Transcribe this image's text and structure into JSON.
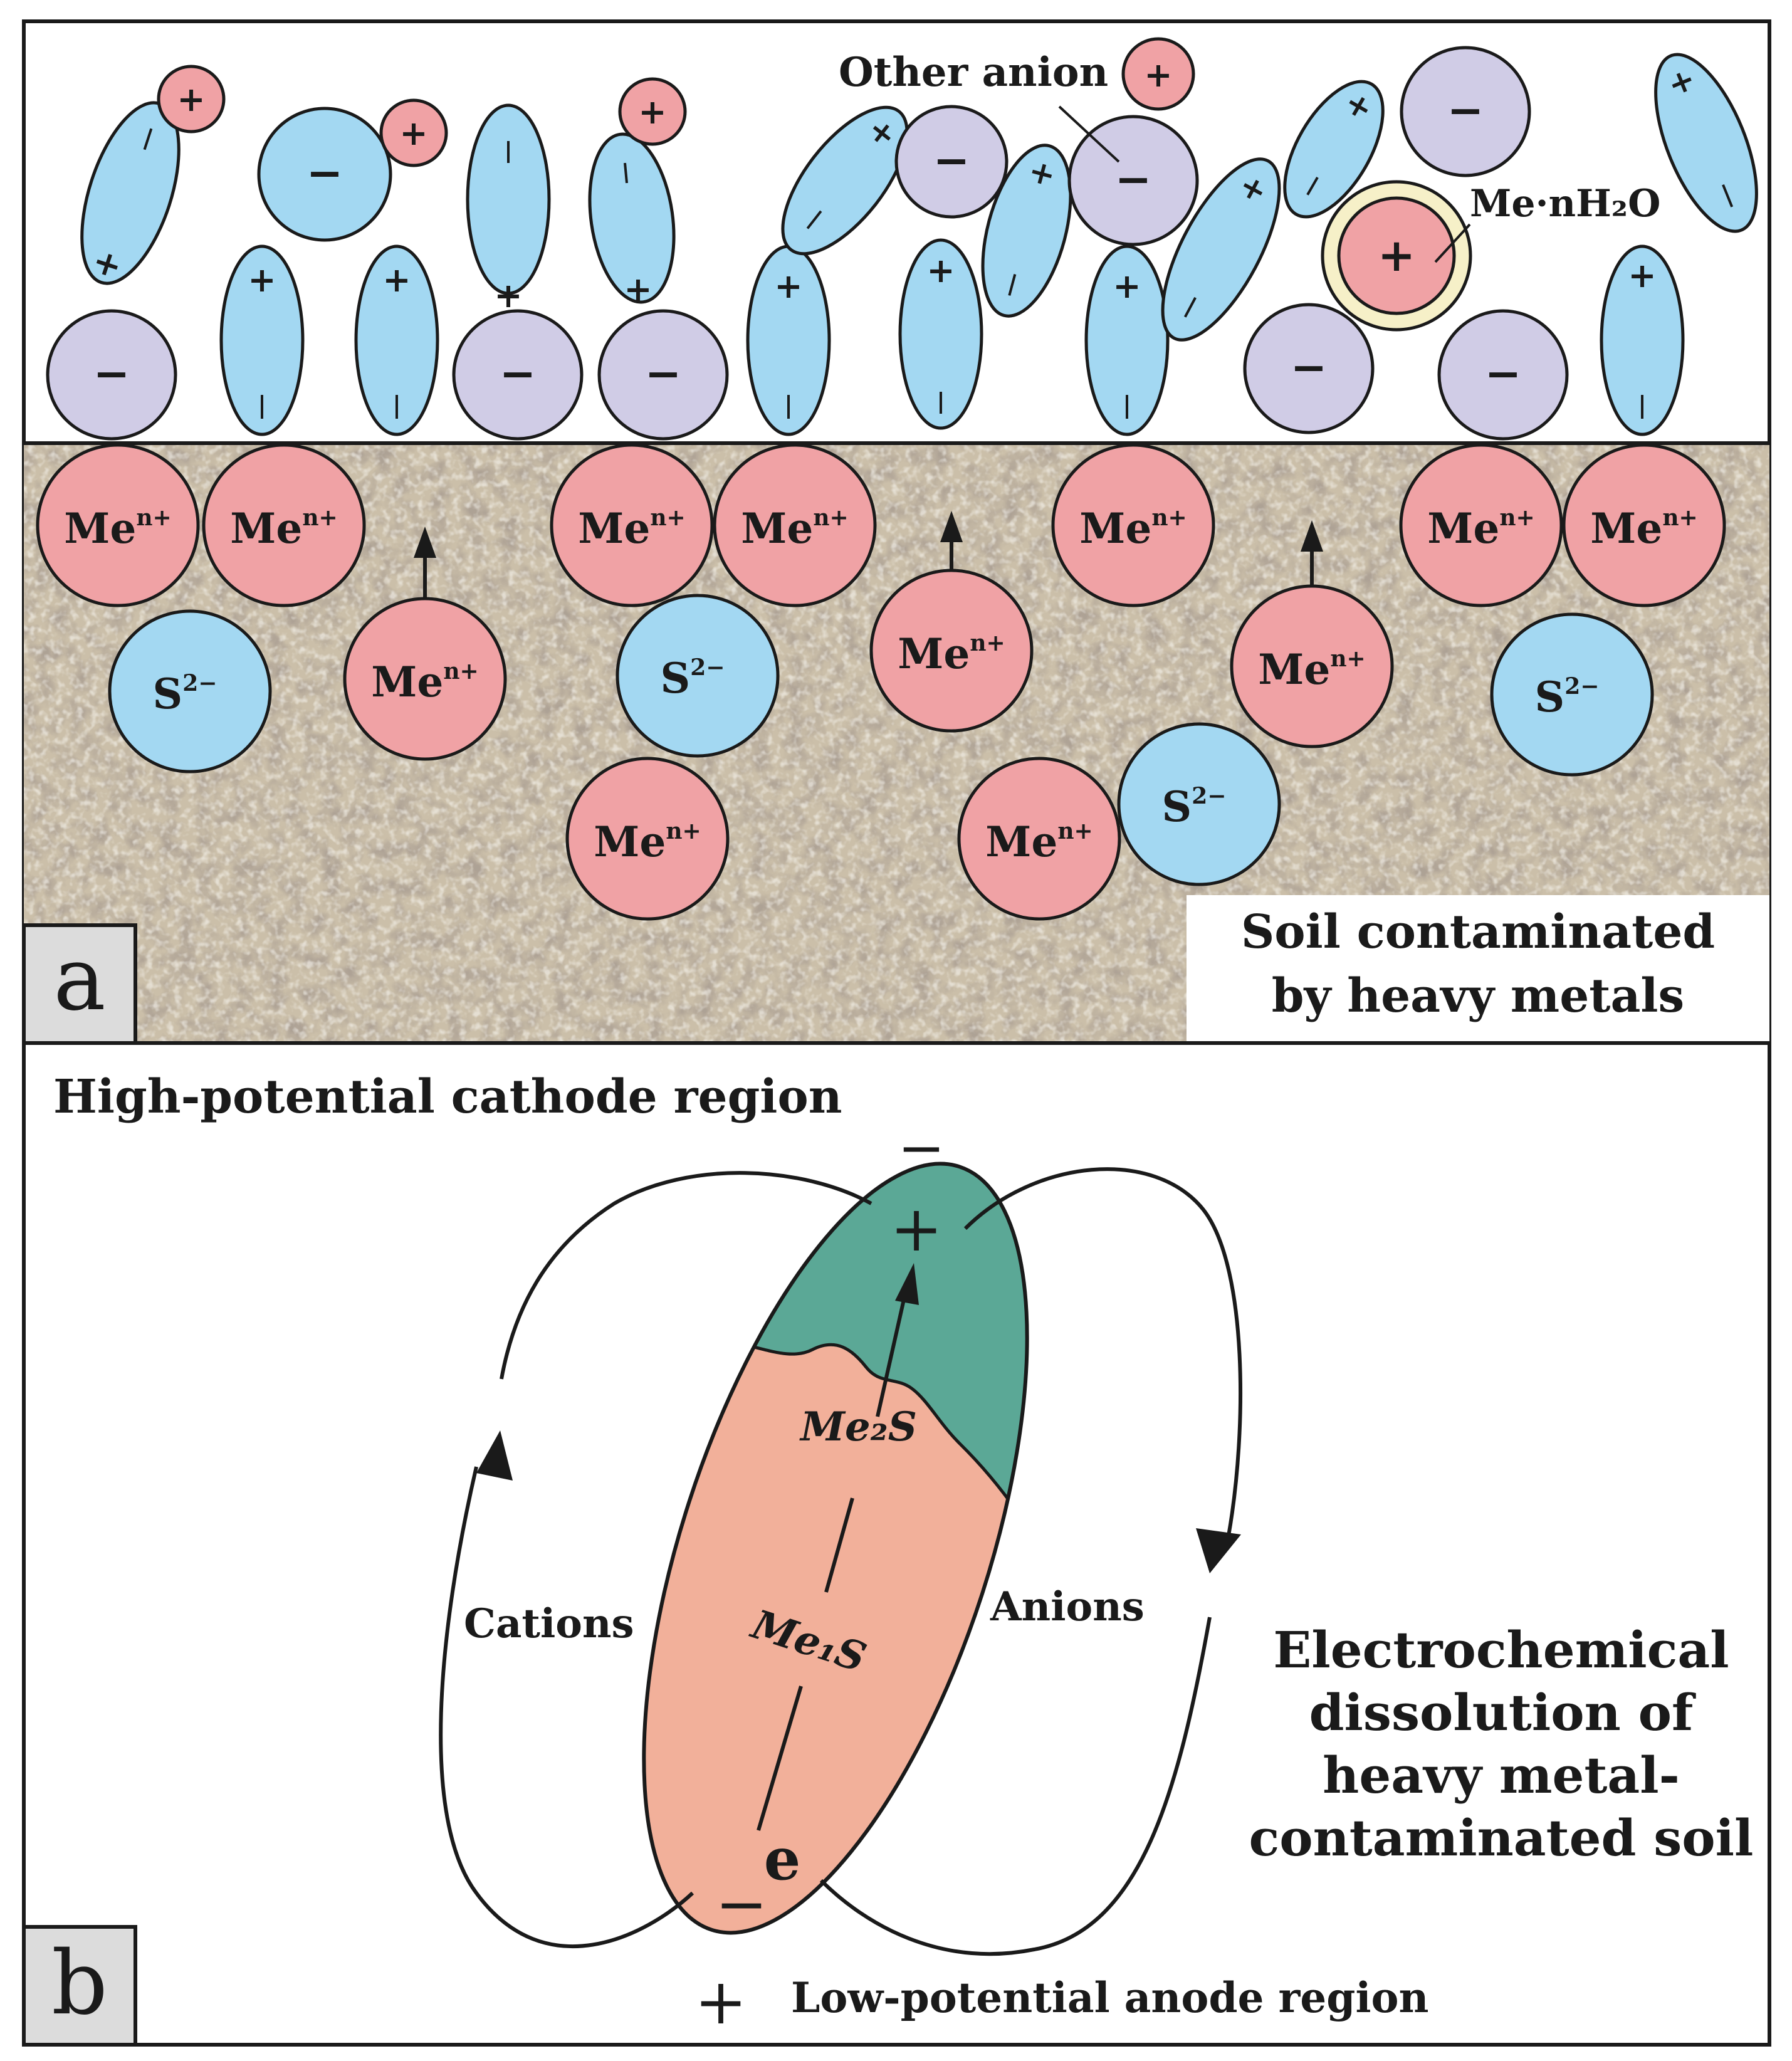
{
  "panel_a": {
    "panel_label": "a",
    "other_anion_label": "Other anion",
    "hydrated_metal_label": "Me·nH₂O",
    "soil_caption_line1": "Soil contaminated",
    "soil_caption_line2": "by heavy metals",
    "metal_ion_label": "Me",
    "metal_ion_charge": "n+",
    "sulfide_label": "S",
    "sulfide_charge": "2−",
    "anion_sign": "−",
    "cation_sign": "+",
    "dipole_plus": "+",
    "dipole_minus": "−"
  },
  "panel_b": {
    "panel_label": "b",
    "cathode_label": "High-potential cathode region",
    "anode_sign": "+",
    "anode_label": "Low-potential anode region",
    "top_minus": "−",
    "top_plus": "+",
    "bottom_minus": "−",
    "me2s_label": "Me₂S",
    "me1s_label": "Me₁S",
    "electron_label": "e",
    "cations_label": "Cations",
    "anions_label": "Anions",
    "caption_line1": "Electrochemical",
    "caption_line2": "dissolution of",
    "caption_line3": "heavy metal-",
    "caption_line4": "contaminated soil"
  },
  "colors": {
    "water_blue": "#a3d8f2",
    "anion_purple": "#d0cce6",
    "cation_pink": "#f0a2a5",
    "soil_base": "#cbbfa9",
    "me2s_green": "#5ba896",
    "me1s_salmon": "#f2b09a",
    "hydration_shell": "#f6f0c8",
    "outline": "#1a1a1a"
  }
}
